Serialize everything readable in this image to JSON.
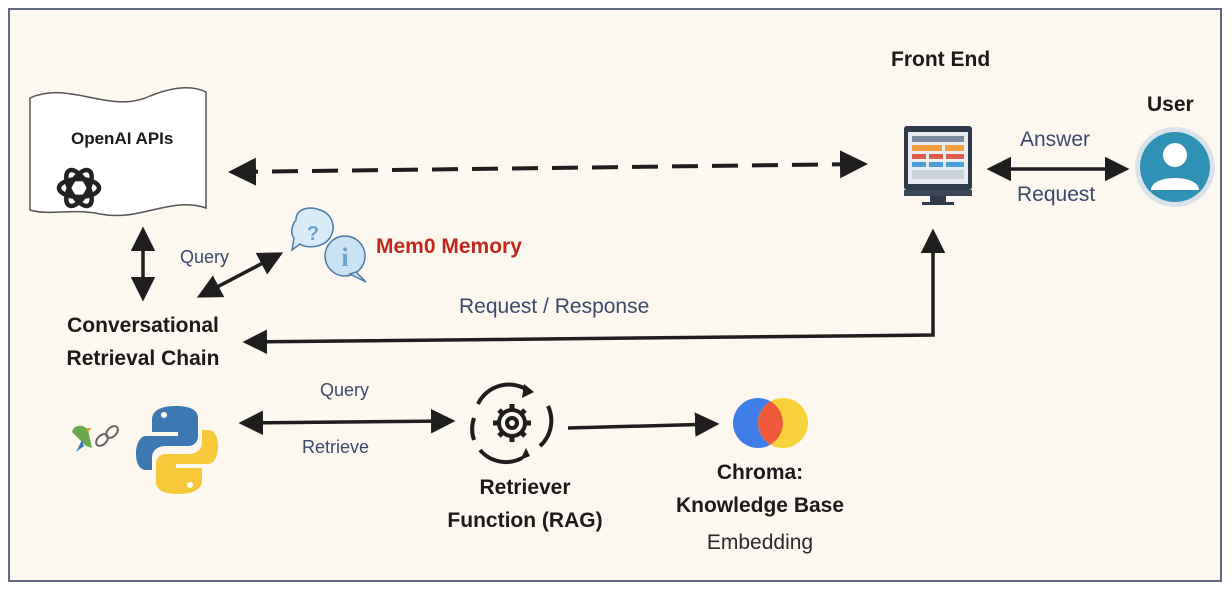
{
  "nodes": {
    "openai": {
      "label": "OpenAI APIs",
      "icon": "openai-logo-icon"
    },
    "front_end": {
      "label": "Front End",
      "icon": "web-monitor-icon"
    },
    "user": {
      "label": "User",
      "icon": "user-avatar-icon"
    },
    "memory": {
      "label": "Mem0 Memory",
      "icon": "question-info-bubbles-icon",
      "color": "#c0281e"
    },
    "chain": {
      "line1": "Conversational",
      "line2": "Retrieval Chain",
      "icons": [
        "langchain-parrot-link-icon",
        "python-logo-icon"
      ]
    },
    "retriever": {
      "line1": "Retriever",
      "line2": "Function (RAG)",
      "icon": "gear-cycle-icon"
    },
    "chroma": {
      "line1": "Chroma:",
      "line2": "Knowledge Base",
      "sub": "Embedding",
      "icon": "chroma-logo-icon"
    }
  },
  "edges": {
    "answer": "Answer",
    "request": "Request",
    "query_memory": "Query",
    "request_response": "Request / Response",
    "query_retriever": "Query",
    "retrieve": "Retrieve"
  },
  "colors": {
    "background": "#fcf7ef",
    "border": "#5d6a7f",
    "arrow": "#1e1e1e",
    "edge_label": "#3b4a6b",
    "memory_title": "#c0281e"
  }
}
